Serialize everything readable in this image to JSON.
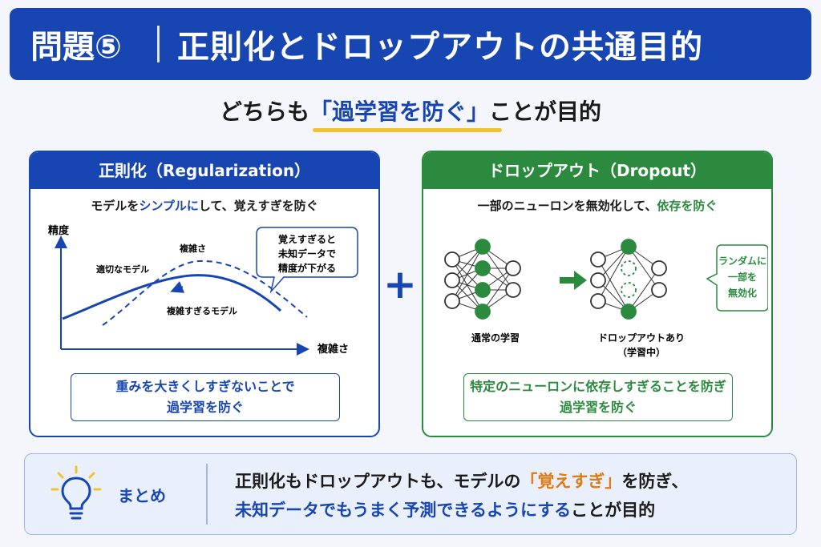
{
  "header": {
    "question_number": "問題⑤",
    "title": "正則化とドロップアウトの共通目的"
  },
  "subtitle": {
    "prefix": "どちらも",
    "highlight": "「過学習を防ぐ」",
    "suffix": "ことが目的"
  },
  "regularization": {
    "title": "正則化（Regularization）",
    "desc_part1": "モデルを",
    "desc_highlight": "シンプルに",
    "desc_part2": "して、覚えすぎを防ぐ",
    "chart": {
      "y_label": "精度",
      "x_label": "複雑さ",
      "curve_solid_label": "適切なモデル",
      "curve_dashed_label": "複雑すぎるモデル",
      "peak_label": "複雑さ",
      "callout_line1": "覚えすぎると",
      "callout_line2": "未知データで",
      "callout_line3": "精度が下がる"
    },
    "box_line1": "重みを大きくしすぎないことで",
    "box_line2": "過学習を防ぐ"
  },
  "plus_sign": "+",
  "dropout": {
    "title": "ドロップアウト（Dropout）",
    "desc_part1": "一部のニューロンを無効化して、",
    "desc_highlight": "依存を防ぐ",
    "normal_label": "通常の学習",
    "dropout_label_line1": "ドロップアウトあり",
    "dropout_label_line2": "（学習中）",
    "callout_line1": "ランダムに",
    "callout_line2": "一部を",
    "callout_line3": "無効化",
    "box_line1": "特定のニューロンに依存しすぎることを防ぎ",
    "box_line2": "過学習を防ぐ"
  },
  "summary": {
    "icon": "lightbulb-icon",
    "label": "まとめ",
    "line1_part1": "正則化もドロップアウトも、モデルの",
    "line1_highlight": "「覚えすぎ」",
    "line1_part2": "を防ぎ、",
    "line2_highlight": "未知データでもうまく予測できるようにする",
    "line2_part2": "ことが目的"
  },
  "colors": {
    "primary_blue": "#1746b3",
    "primary_green": "#2b8a3e",
    "accent_orange": "#e07b12",
    "underline_yellow": "#f2c230"
  }
}
